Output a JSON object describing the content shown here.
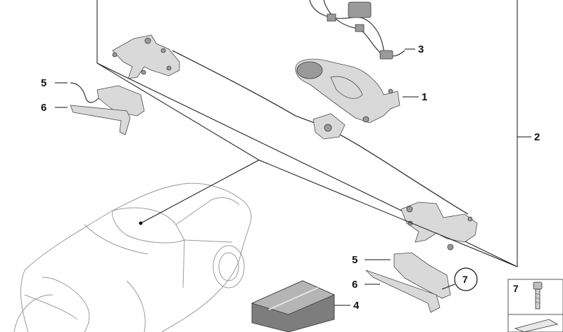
{
  "callouts": {
    "c1": "1",
    "c2": "2",
    "c3": "3",
    "c4": "4",
    "c5a": "5",
    "c5b": "5",
    "c6a": "6",
    "c6b": "6",
    "c7": "7",
    "c7box": "7"
  },
  "icons": {
    "reference_circle": "circle-7-icon",
    "screw": "screw-icon",
    "arrow": "arrow-icon"
  }
}
